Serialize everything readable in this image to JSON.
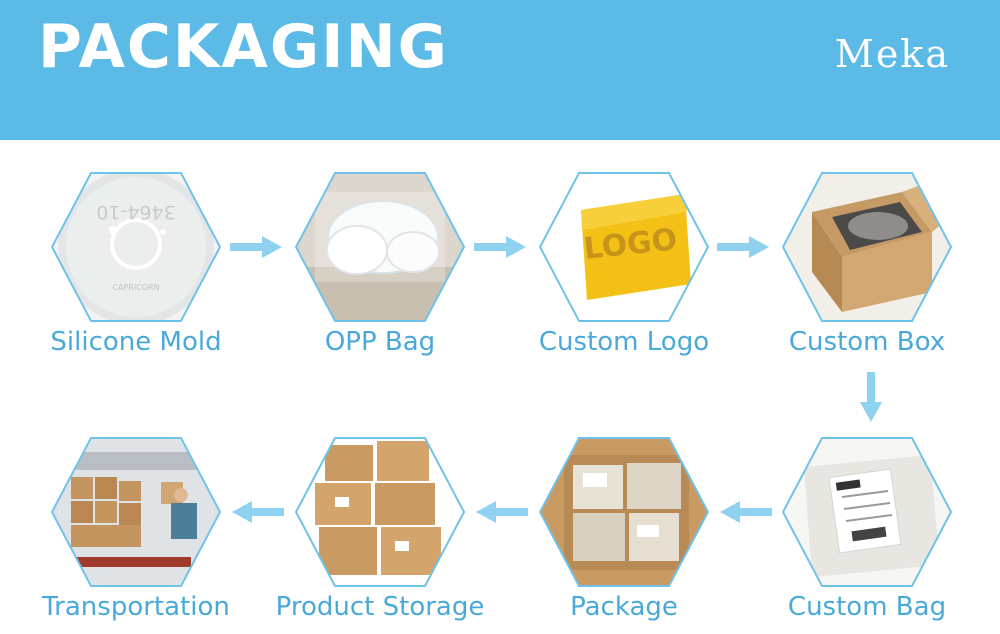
{
  "header": {
    "title": "PACKAGING",
    "brand": "Meka"
  },
  "colors": {
    "header_bg": "#5cbbe6",
    "hex_border": "#6fc3ea",
    "label": "#4aa9d8",
    "arrow": "#8fd2f0"
  },
  "steps": [
    {
      "label": "Silicone Mold",
      "image": "silicone-mold-photo",
      "mold_text": "3464-10",
      "mold_caption": "CAPRICORN"
    },
    {
      "label": "OPP Bag",
      "image": "opp-bag-photo"
    },
    {
      "label": "Custom Logo",
      "image": "logo-card-photo",
      "logo_text": "LOGO"
    },
    {
      "label": "Custom Box",
      "image": "open-box-photo"
    },
    {
      "label": "Custom Bag",
      "image": "shipping-bag-photo"
    },
    {
      "label": "Package",
      "image": "packed-box-photo"
    },
    {
      "label": "Product Storage",
      "image": "stacked-boxes-photo"
    },
    {
      "label": "Transportation",
      "image": "truck-loading-photo"
    }
  ]
}
